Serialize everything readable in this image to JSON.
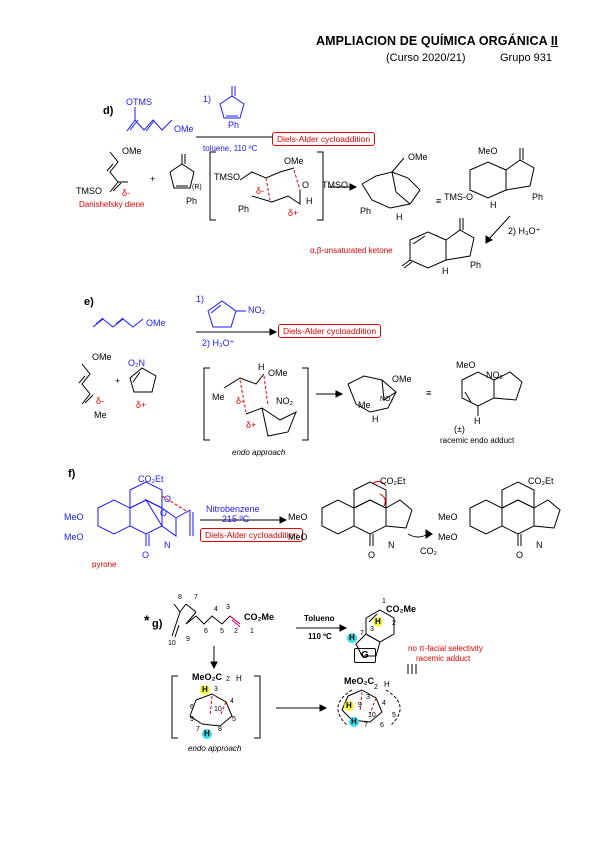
{
  "header": {
    "title": "AMPLIACION DE QUÍMICA ORGÁNICA ",
    "title_roman": "II",
    "subtitle": "(Curso 2020/21)",
    "group": "Grupo 931"
  },
  "section_d": {
    "label": "d)",
    "reagent_otms": "OTMS",
    "reagent_ome": "OMe",
    "step1": "1)",
    "ketone_ph": "Ph",
    "conditions": "toluene, 110 ºC",
    "reaction_box": "Diels-Alder cycloaddition",
    "diene_ome": "OMe",
    "diene_tmso": "TMSO",
    "diene_delta": "δ-",
    "diene_name": "Danishefsky diene",
    "plus": "+",
    "ts_tmso": "TMSO",
    "ts_ome": "OMe",
    "ts_delta_minus": "δ-",
    "ts_delta_plus": "δ+",
    "ts_h": "H",
    "ts_ph": "Ph",
    "ts_r": "(R)",
    "ts_o": "O",
    "prod_tmso": "TMSO",
    "prod_ome": "OMe",
    "prod_ph": "Ph",
    "prod_h": "H",
    "meo": "MeO",
    "tms_o": "TMS-O",
    "bicyc_h": "H",
    "bicyc_ph": "Ph",
    "step2": "2) H₃O⁺",
    "unsat_label": "α,β-unsaturated ketone",
    "enone_h": "H",
    "enone_ph": "Ph",
    "equiv": "≡"
  },
  "section_e": {
    "label": "e)",
    "diene_ome": "OMe",
    "step1": "1)",
    "no2": "NO₂",
    "reaction_box": "Diels-Alder cycloaddition",
    "step2": "2) H₃O⁺",
    "left_ome": "OMe",
    "left_delta_minus": "δ-",
    "left_me": "Me",
    "plus": "+",
    "left_no2": "O₂N",
    "left_delta_plus": "δ+",
    "ts_h": "H",
    "ts_ome": "OMe",
    "ts_me": "Me",
    "ts_delta_minus": "δ-",
    "ts_no2": "NO₂",
    "ts_delta_plus": "δ+",
    "ts_caption": "endo approach",
    "prod_ome": "OMe",
    "prod_me": "Me",
    "prod_no2": "NO₂",
    "prod_h": "H",
    "adduct_meo": "MeO",
    "adduct_no2": "NO₂",
    "adduct_h": "H",
    "adduct_pm": "(±)",
    "adduct_caption": "racemic endo adduct",
    "equiv": "≡"
  },
  "section_f": {
    "label": "f)",
    "co2et": "CO₂Et",
    "meo1": "MeO",
    "meo2": "MeO",
    "o1": "O",
    "o2": "O",
    "n": "N",
    "o3": "O",
    "pyrone_label": "pyrone",
    "solvent": "Nitrobenzene",
    "temp": "215 ºC",
    "reaction_box": "Diels-Alder cycloaddition",
    "mid_co2et": "CO₂Et",
    "mid_meo1": "MeO",
    "mid_meo2": "MeO",
    "mid_n": "N",
    "mid_o": "O",
    "co2_loss": "CO₂",
    "prod_co2et": "CO₂Et",
    "prod_meo1": "MeO",
    "prod_meo2": "MeO",
    "prod_n": "N",
    "prod_o": "O"
  },
  "section_g": {
    "star": "*",
    "label": "g)",
    "co2me": "CO₂Me",
    "numbers": [
      "8",
      "7",
      "3",
      "2",
      "1",
      "6",
      "4",
      "5",
      "9",
      "10"
    ],
    "solvent": "Tolueno",
    "temp": "110 ºC",
    "prod_co2me": "CO₂Me",
    "prod_n1": "1",
    "prod_n2": "2",
    "prod_n3": "3",
    "prod_n7": "7",
    "prod_h1": "H",
    "prod_h2": "H",
    "compound": "G",
    "note1": "no π-facial selectivity",
    "note2": "racemic adduct",
    "ts_co2me": "MeO₂C",
    "ts_h": "H",
    "ts_n2": "2",
    "ts_n3": "3",
    "ts_n4": "4",
    "ts_n5": "5",
    "ts_n6": "6",
    "ts_n7": "7",
    "ts_n8": "8",
    "ts_n9": "9",
    "ts_n10": "10",
    "ts_h2": "H",
    "ts_caption": "endo approach",
    "right_co2me": "MeO₂C",
    "right_h": "H",
    "right_n2": "2",
    "right_n3": "3",
    "right_n4": "4",
    "right_n5": "5",
    "right_n6": "6",
    "right_n7": "7",
    "right_n9": "9",
    "right_n10": "10",
    "right_h1": "H",
    "right_h2": "H"
  },
  "colors": {
    "reagent_blue": "#1a1aff",
    "annotation_red": "#e00000",
    "highlight_yellow": "#f5f53a",
    "highlight_cyan": "#3ad9e8",
    "alkene_magenta": "#e0007a"
  }
}
